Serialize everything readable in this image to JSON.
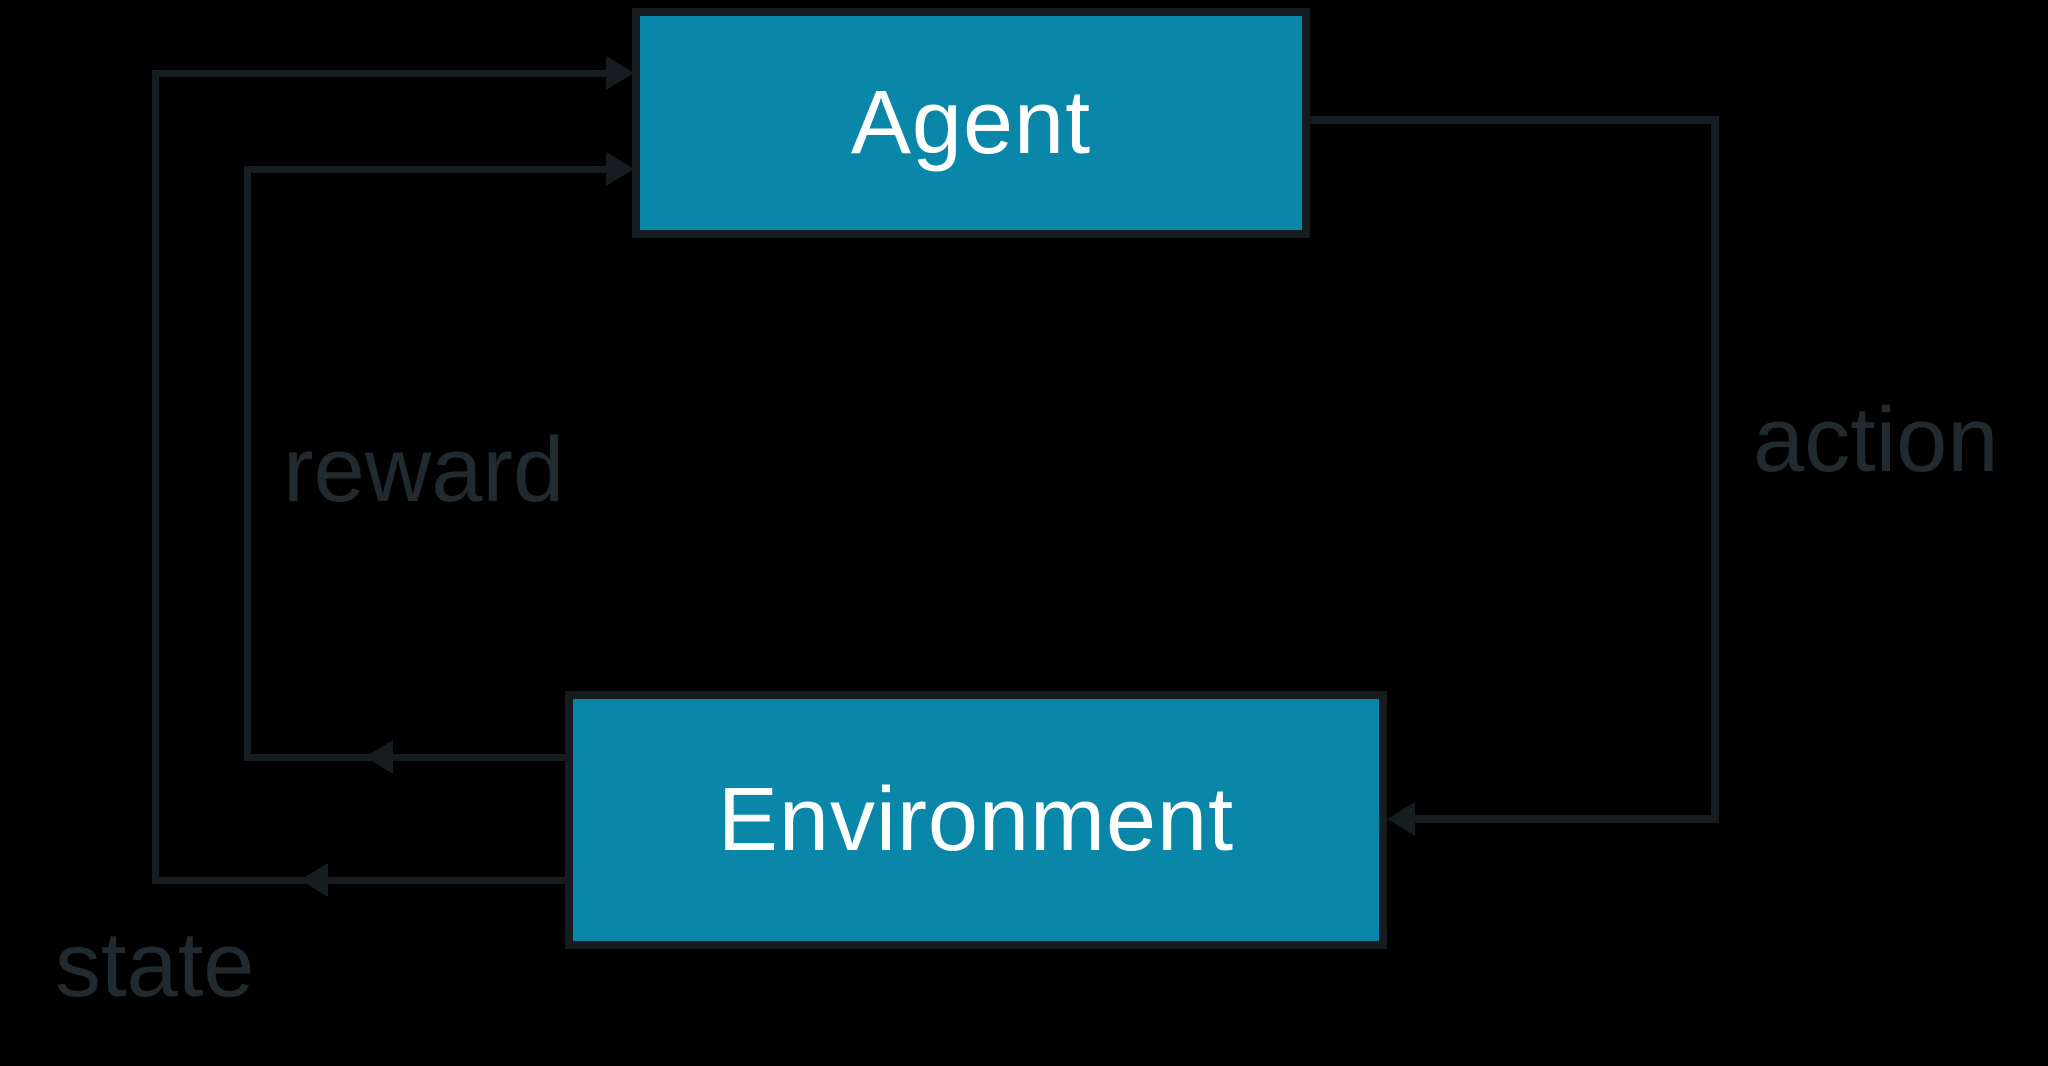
{
  "diagram": {
    "type": "flow-loop",
    "nodes": [
      {
        "id": "agent",
        "label": "Agent"
      },
      {
        "id": "environment",
        "label": "Environment"
      }
    ],
    "edges": [
      {
        "id": "state",
        "label": "state",
        "from": "environment",
        "to": "agent"
      },
      {
        "id": "reward",
        "label": "reward",
        "from": "environment",
        "to": "agent"
      },
      {
        "id": "action",
        "label": "action",
        "from": "agent",
        "to": "environment"
      }
    ],
    "colors": {
      "background": "#000000",
      "node_fill": "#0a87a8",
      "node_border": "#151c20",
      "edge_line": "#161d20",
      "edge_label_text": "#212a2f",
      "node_label_text": "#ffffff"
    }
  }
}
